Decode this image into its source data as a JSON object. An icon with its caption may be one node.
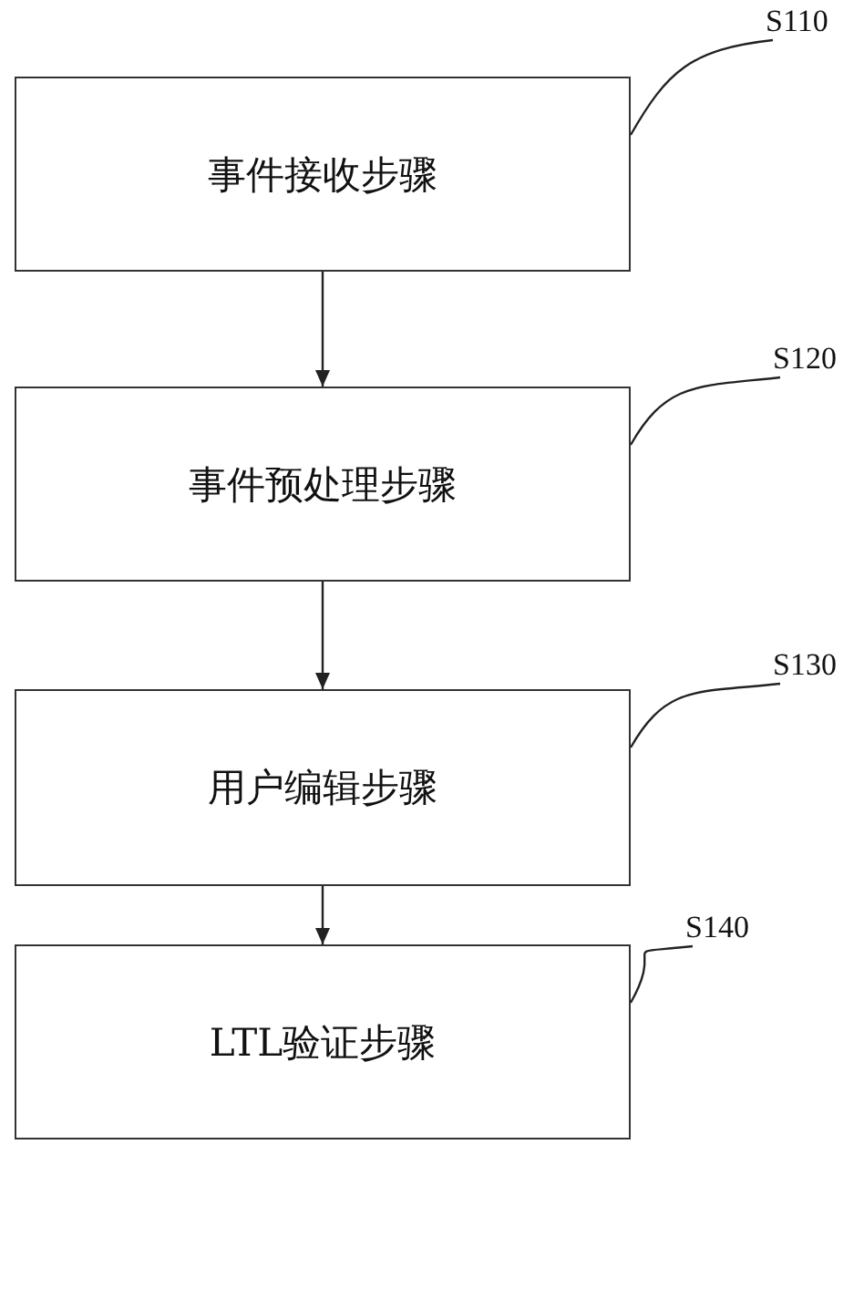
{
  "diagram": {
    "nodes": [
      {
        "text": [
          "事件接收步骤"
        ]
      },
      {
        "text": [
          "事件预处理步骤"
        ]
      },
      {
        "text": [
          "用户编辑步骤"
        ]
      },
      {
        "text": [
          "LTL验证步骤"
        ]
      },
      {
        "text": [
          "S110"
        ]
      },
      {
        "text": [
          "S120"
        ]
      },
      {
        "text": [
          "S130"
        ]
      },
      {
        "text": [
          "S140"
        ]
      }
    ],
    "edges": [
      {
        "from": 0,
        "to": 1,
        "arrow": "to"
      },
      {
        "from": 1,
        "to": 2,
        "arrow": "to"
      },
      {
        "from": 2,
        "to": 3,
        "arrow": "to"
      },
      {
        "from": 4,
        "to": 0,
        "arrow": "none"
      },
      {
        "from": 5,
        "to": 1,
        "arrow": "none"
      },
      {
        "from": 6,
        "to": 2,
        "arrow": "none"
      },
      {
        "from": 7,
        "to": 3,
        "arrow": "none"
      }
    ]
  }
}
